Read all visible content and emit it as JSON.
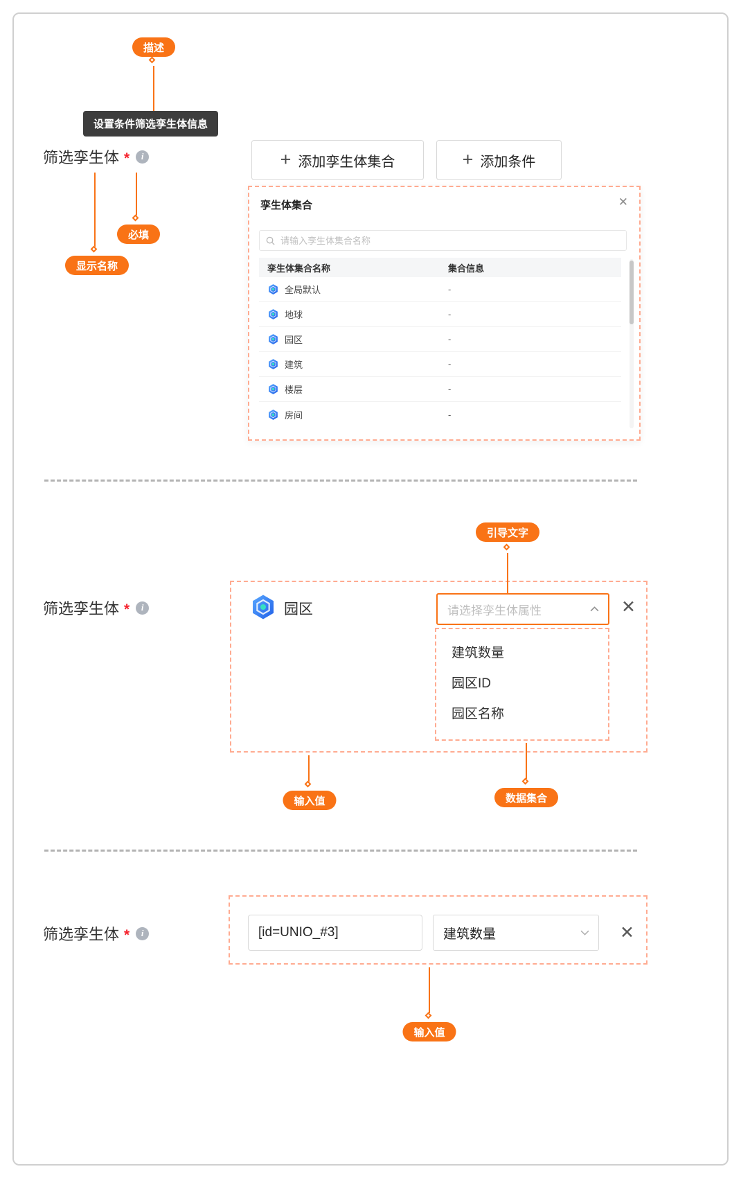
{
  "colors": {
    "accent_orange": "#F97316",
    "dashed_border": "#FFAB91",
    "tooltip_bg": "#3D3D3D",
    "required_red": "#F5222D",
    "twin_icon_blue": "#2F6FE4",
    "twin_icon_teal": "#35E0C2"
  },
  "icons": {
    "plus": "+",
    "close": "✕",
    "info": "i"
  },
  "annotations": {
    "describe": "描述",
    "required": "必填",
    "display_name": "显示名称",
    "guide_text": "引导文字",
    "input_value": "输入值",
    "data_collection": "数据集合",
    "input_value_bottom": "输入值"
  },
  "tooltip_text": "设置条件筛选孪生体信息",
  "section1": {
    "field_label": "筛选孪生体",
    "required_mark": "*",
    "add_collection_button": "添加孪生体集合",
    "add_condition_button": "添加条件",
    "panel": {
      "title": "孪生体集合",
      "search_placeholder": "请输入孪生体集合名称",
      "col_name": "孪生体集合名称",
      "col_info": "集合信息",
      "rows": [
        {
          "name": "全局默认",
          "info": "-"
        },
        {
          "name": "地球",
          "info": "-"
        },
        {
          "name": "园区",
          "info": "-"
        },
        {
          "name": "建筑",
          "info": "-"
        },
        {
          "name": "楼层",
          "info": "-"
        },
        {
          "name": "房间",
          "info": "-"
        }
      ]
    }
  },
  "section2": {
    "field_label": "筛选孪生体",
    "required_mark": "*",
    "twin_name": "园区",
    "select_placeholder": "请选择孪生体属性",
    "options": [
      "建筑数量",
      "园区ID",
      "园区名称"
    ]
  },
  "section3": {
    "field_label": "筛选孪生体",
    "required_mark": "*",
    "input_value": "[id=UNIO_#3]",
    "select_value": "建筑数量"
  }
}
